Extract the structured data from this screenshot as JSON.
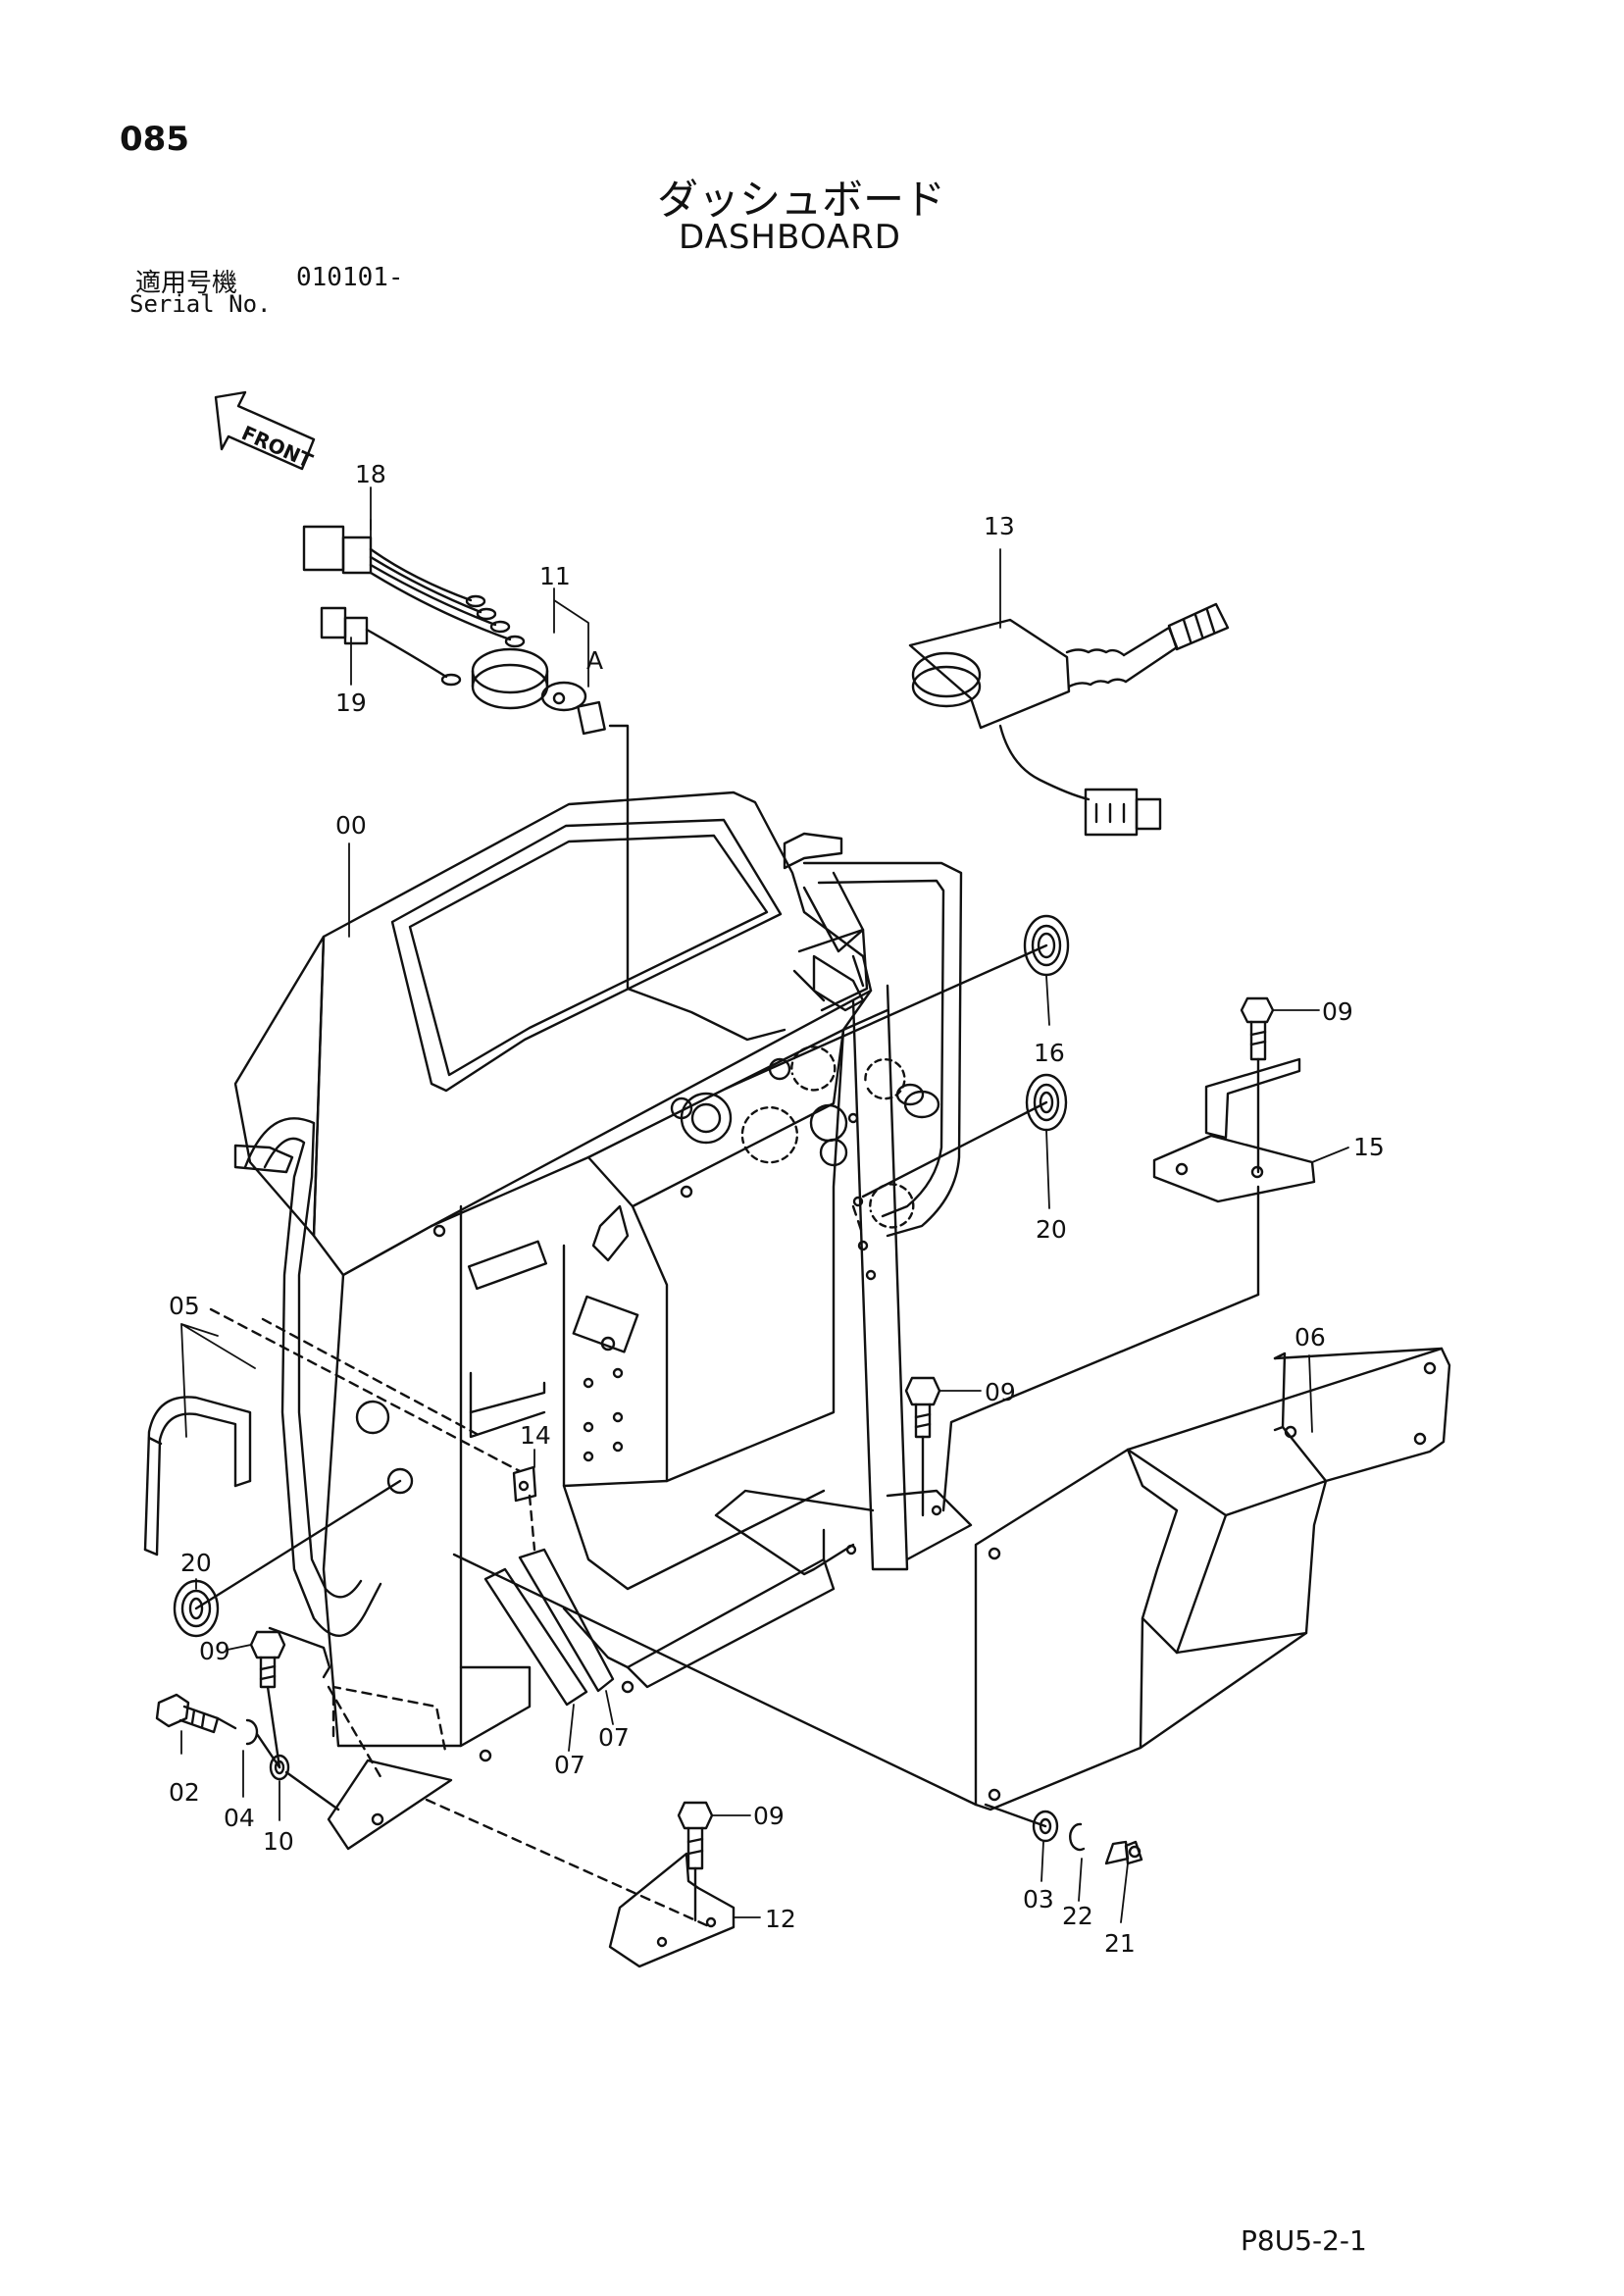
{
  "page_number": "085",
  "title_jp": "ダッシュボード",
  "title_en": "DASHBOARD",
  "serial_label_jp": "適用号機",
  "serial_label_en": "Serial No.",
  "serial_value": "010101-",
  "direction_label": "FRONT",
  "view_label": "A",
  "doc_code": "P8U5-2-1",
  "callouts": [
    "00",
    "02",
    "03",
    "04",
    "05",
    "06",
    "07",
    "07",
    "09",
    "09",
    "09",
    "09",
    "10",
    "11",
    "12",
    "13",
    "14",
    "15",
    "16",
    "18",
    "19",
    "20",
    "20",
    "21",
    "22"
  ]
}
